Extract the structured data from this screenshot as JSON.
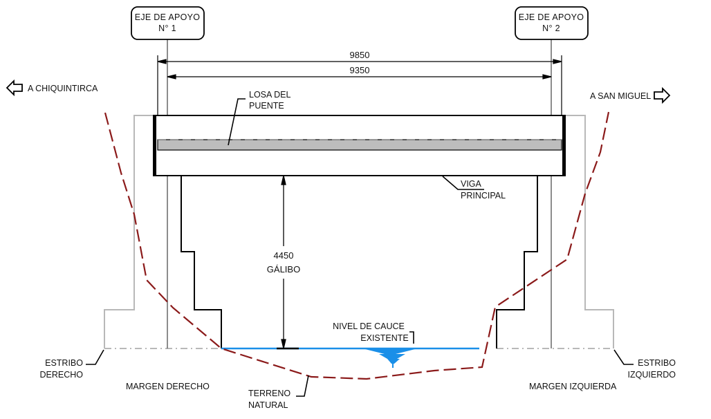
{
  "axes": [
    {
      "line1": "EJE DE APOYO",
      "line2": "N° 1"
    },
    {
      "line1": "EJE DE APOYO",
      "line2": "N° 2"
    }
  ],
  "dimensions": {
    "overall": "9850",
    "between_axes": "9350",
    "clearance_value": "4450",
    "clearance_label": "GÁLIBO"
  },
  "directions": {
    "left": "A CHIQUINTIRCA",
    "right": "A SAN MIGUEL"
  },
  "labels": {
    "slab": [
      "LOSA DEL",
      "PUENTE"
    ],
    "girder": [
      "VIGA",
      "PRINCIPAL"
    ],
    "riverbed": [
      "NIVEL DE CAUCE",
      "EXISTENTE"
    ],
    "abutment_right": [
      "ESTRIBO",
      "DERECHO"
    ],
    "abutment_left": [
      "ESTRIBO",
      "IZQUIERDO"
    ],
    "terrain": [
      "TERRENO",
      "NATURAL"
    ],
    "bank_right": "MARGEN DERECHO",
    "bank_left": "MARGEN IZQUIERDA"
  },
  "colors": {
    "structure": "#000000",
    "slab_fill": "#bdbdbd",
    "abutment_outline": "#b8b8b8",
    "axis_line": "#6f6f6f",
    "terrain_line": "#8b1a1a",
    "water_line": "#1a8fe8"
  }
}
